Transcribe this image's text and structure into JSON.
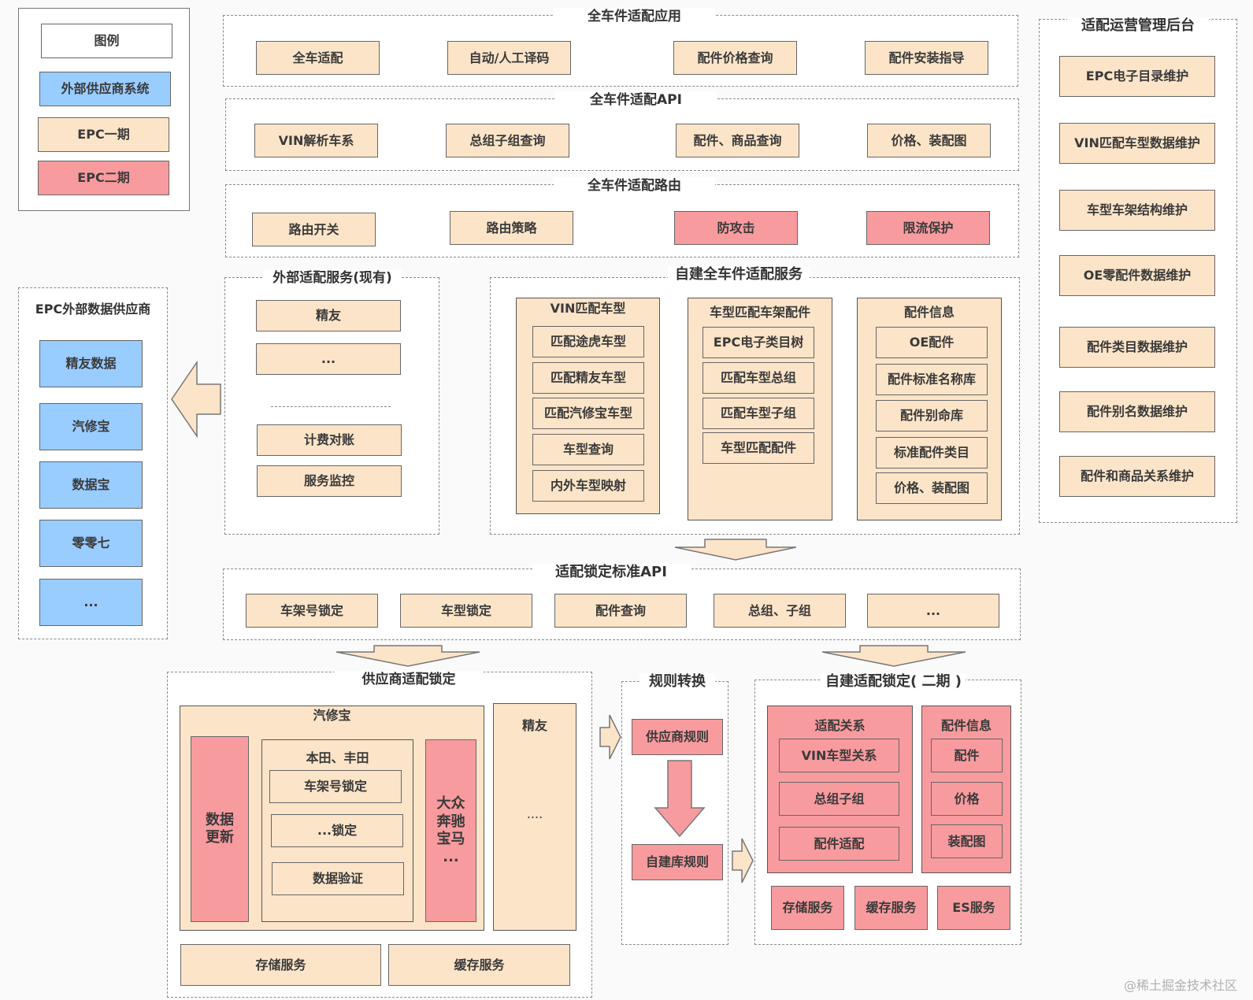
{
  "legend": {
    "title": "图例",
    "items": [
      "外部供应商系统",
      "EPC一期",
      "EPC二期"
    ]
  },
  "app_layer": {
    "title": "全车件适配应用",
    "items": [
      "全车适配",
      "自动/人工译码",
      "配件价格查询",
      "配件安装指导"
    ]
  },
  "api_layer": {
    "title": "全车件适配API",
    "items": [
      "VIN解析车系",
      "总组子组查询",
      "配件、商品查询",
      "价格、装配图"
    ]
  },
  "route_layer": {
    "title": "全车件适配路由",
    "items": [
      "路由开关",
      "路由策略",
      "防攻击",
      "限流保护"
    ]
  },
  "ops_backend": {
    "title": "适配运营管理后台",
    "items": [
      "EPC电子目录维护",
      "VIN匹配车型数据维护",
      "车型车架结构维护",
      "OE零配件数据维护",
      "配件类目数据维护",
      "配件别名数据维护",
      "配件和商品关系维护"
    ]
  },
  "epc_external": {
    "title": "EPC外部数据供应商",
    "items": [
      "精友数据",
      "汽修宝",
      "数据宝",
      "零零七",
      "..."
    ]
  },
  "external_service": {
    "title": "外部适配服务(现有)",
    "items": [
      "精友",
      "...",
      "计费对账",
      "服务监控"
    ]
  },
  "self_service": {
    "title": "自建全车件适配服务",
    "vin": {
      "title": "VIN匹配车型",
      "items": [
        "匹配途虎车型",
        "匹配精友车型",
        "匹配汽修宝车型",
        "车型查询",
        "内外车型映射"
      ]
    },
    "frame": {
      "title": "车型匹配车架配件",
      "items": [
        "EPC电子类目树",
        "匹配车型总组",
        "匹配车型子组",
        "车型匹配配件"
      ]
    },
    "parts": {
      "title": "配件信息",
      "items": [
        "OE配件",
        "配件标准名称库",
        "配件别命库",
        "标准配件类目",
        "价格、装配图"
      ]
    }
  },
  "lock_api": {
    "title": "适配锁定标准API",
    "items": [
      "车架号锁定",
      "车型锁定",
      "配件查询",
      "总组、子组",
      "..."
    ]
  },
  "supplier_lock": {
    "title": "供应商适配锁定",
    "qxb_title": "汽修宝",
    "data_update": "数据\n更新",
    "honda_title": "本田、丰田",
    "honda_items": [
      "车架号锁定",
      "...锁定",
      "数据验证"
    ],
    "vw": "大众\n奔驰\n宝马\n...",
    "jingyou_title": "精友",
    "jingyou_dots": "....",
    "storage": "存储服务",
    "cache": "缓存服务"
  },
  "rule_convert": {
    "title": "规则转换",
    "supplier_rule": "供应商规则",
    "self_rule": "自建库规则"
  },
  "self_lock": {
    "title": "自建适配锁定( 二期 )",
    "relation": {
      "title": "适配关系",
      "items": [
        "VIN车型关系",
        "总组子组",
        "配件适配"
      ]
    },
    "parts": {
      "title": "配件信息",
      "items": [
        "配件",
        "价格",
        "装配图"
      ]
    },
    "services": [
      "存储服务",
      "缓存服务",
      "ES服务"
    ]
  },
  "watermark": "@稀土掘金技术社区",
  "colors": {
    "peach": "#fce4c8",
    "blue": "#99ccff",
    "red": "#f89b9e",
    "border": "#666666"
  }
}
